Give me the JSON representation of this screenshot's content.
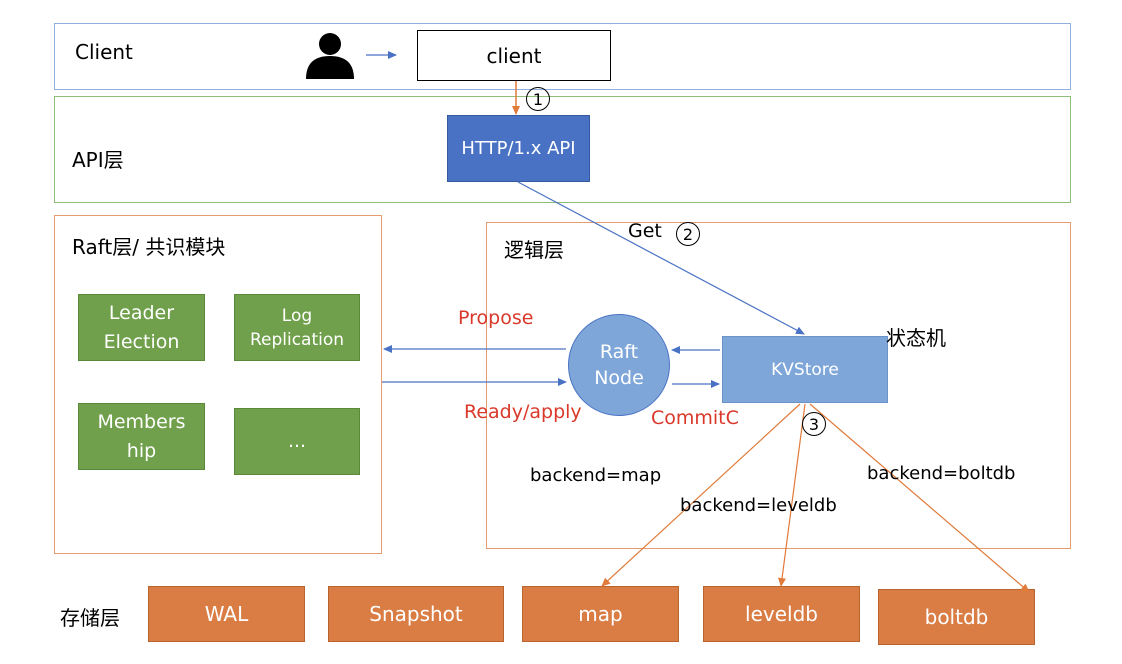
{
  "layers": {
    "client": "Client",
    "api": "API层",
    "raft": "Raft层/ 共识模块",
    "logic": "逻辑层",
    "storage": "存储层"
  },
  "nodes": {
    "client": "client",
    "http_api": "HTTP/1.x API",
    "raft_node": "Raft\nNode",
    "kvstore": "KVStore",
    "state_machine": "状态机"
  },
  "raft_modules": [
    "Leader\nElection",
    "Log\nReplication",
    "Members\nhip",
    "..."
  ],
  "storage_items": [
    "WAL",
    "Snapshot",
    "map",
    "leveldb",
    "boltdb"
  ],
  "edge_labels": {
    "get": "Get",
    "propose": "Propose",
    "ready_apply": "Ready/apply",
    "commitc": "CommitC",
    "backend_map": "backend=map",
    "backend_leveldb": "backend=leveldb",
    "backend_boltdb": "backend=boltdb"
  },
  "step_markers": [
    "1",
    "2",
    "3"
  ],
  "colors": {
    "client_layer_border": "#8fb0de",
    "api_layer_border": "#8cc07a",
    "raft_layer_border": "#e59c6e",
    "logic_layer_border": "#e59c6e",
    "dark_blue": "#4a72c4",
    "light_blue": "#7ea6d9",
    "green": "#70a04b",
    "orange": "#d97d45",
    "red_text": "#d9382a",
    "blue_arrow": "#4a72c4",
    "orange_arrow": "#e07b3c"
  }
}
